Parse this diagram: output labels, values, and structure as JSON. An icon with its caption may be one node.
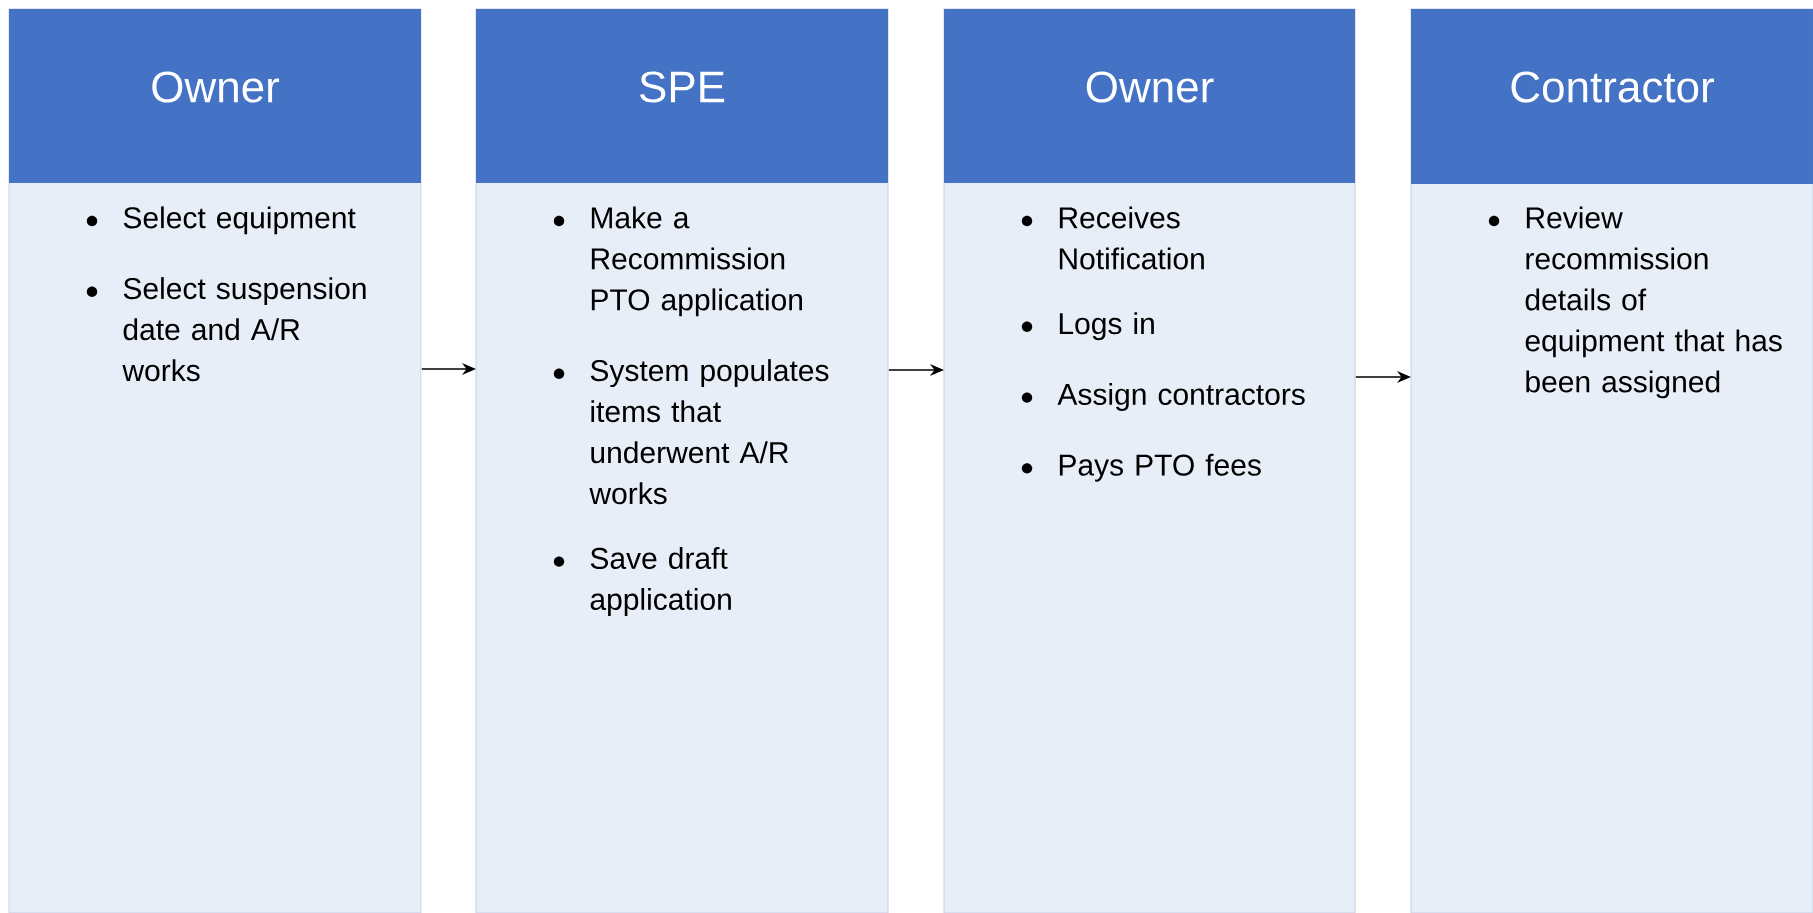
{
  "diagram": {
    "nodes": [
      {
        "text": [
          "Owner",
          "Select equipment",
          "Select suspension date and A/R works"
        ]
      },
      {
        "text": [
          "SPE",
          "Make a Recommission PTO application",
          "System populates items that underwent A/R works",
          "Save draft application"
        ]
      },
      {
        "text": [
          "Owner",
          "Receives Notification",
          "Logs in",
          "Assign contractors",
          "Pays PTO fees"
        ]
      },
      {
        "text": [
          "Contractor",
          "Review recommission details of equipment that has been assigned"
        ]
      }
    ],
    "edges": [
      {
        "from": 0,
        "to": 1,
        "arrow": "to"
      },
      {
        "from": 1,
        "to": 2,
        "arrow": "to"
      },
      {
        "from": 2,
        "to": 3,
        "arrow": "to"
      }
    ]
  }
}
